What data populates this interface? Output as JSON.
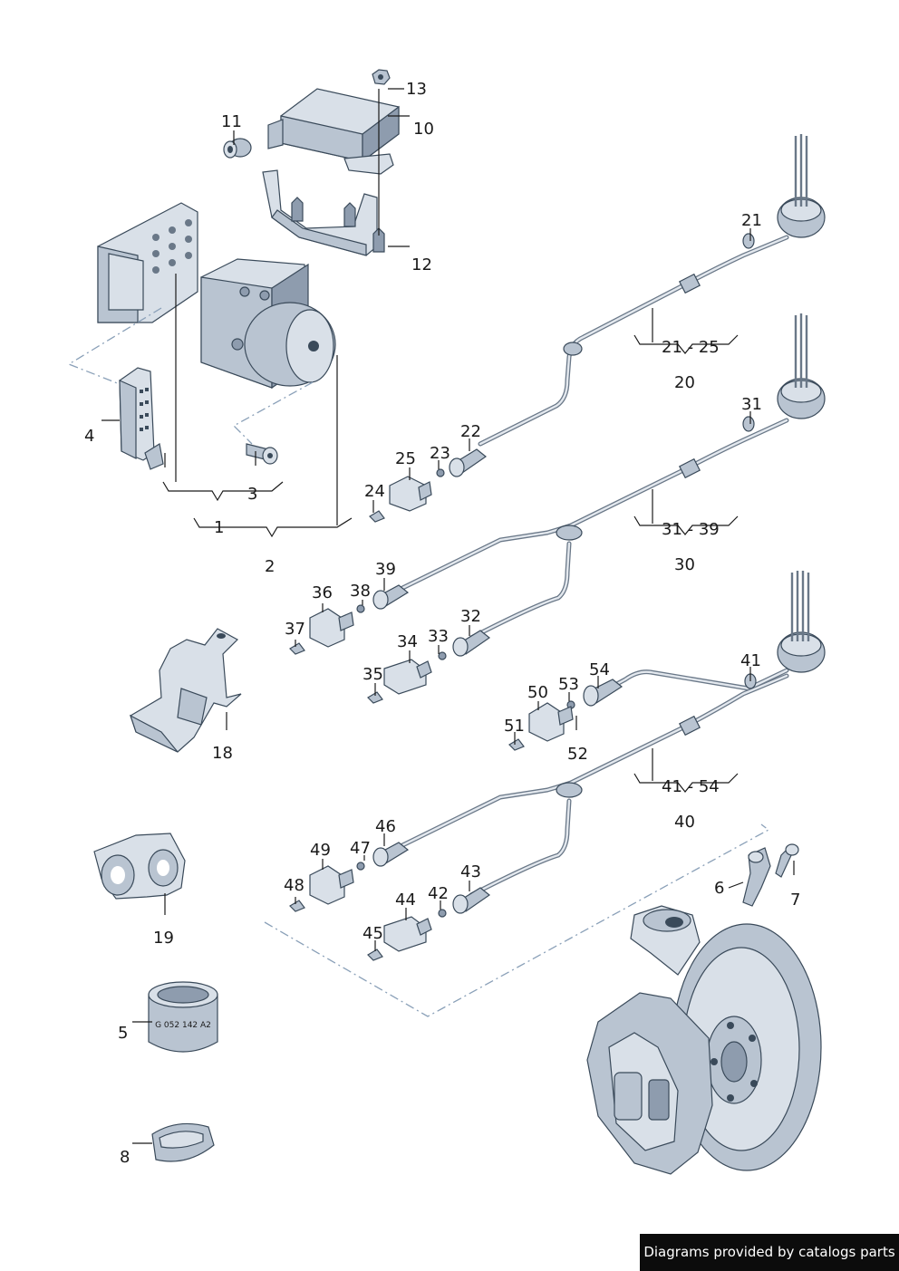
{
  "callouts": [
    {
      "id": "c13",
      "text": "13"
    },
    {
      "id": "c11",
      "text": "11"
    },
    {
      "id": "c10",
      "text": "10"
    },
    {
      "id": "c12",
      "text": "12"
    },
    {
      "id": "c4",
      "text": "4"
    },
    {
      "id": "c3",
      "text": "3"
    },
    {
      "id": "c1",
      "text": "1"
    },
    {
      "id": "c2",
      "text": "2"
    },
    {
      "id": "c21",
      "text": "21"
    },
    {
      "id": "c21-25",
      "text": "21 - 25"
    },
    {
      "id": "c20",
      "text": "20"
    },
    {
      "id": "c22",
      "text": "22"
    },
    {
      "id": "c23",
      "text": "23"
    },
    {
      "id": "c25",
      "text": "25"
    },
    {
      "id": "c24",
      "text": "24"
    },
    {
      "id": "c31",
      "text": "31"
    },
    {
      "id": "c31-39",
      "text": "31 - 39"
    },
    {
      "id": "c30",
      "text": "30"
    },
    {
      "id": "c39",
      "text": "39"
    },
    {
      "id": "c36",
      "text": "36"
    },
    {
      "id": "c38",
      "text": "38"
    },
    {
      "id": "c37",
      "text": "37"
    },
    {
      "id": "c32",
      "text": "32"
    },
    {
      "id": "c34",
      "text": "34"
    },
    {
      "id": "c33",
      "text": "33"
    },
    {
      "id": "c35",
      "text": "35"
    },
    {
      "id": "c18",
      "text": "18"
    },
    {
      "id": "c41",
      "text": "41"
    },
    {
      "id": "c54",
      "text": "54"
    },
    {
      "id": "c50",
      "text": "50"
    },
    {
      "id": "c53",
      "text": "53"
    },
    {
      "id": "c51",
      "text": "51"
    },
    {
      "id": "c52",
      "text": "52"
    },
    {
      "id": "c41-54",
      "text": "41 - 54"
    },
    {
      "id": "c40",
      "text": "40"
    },
    {
      "id": "c46",
      "text": "46"
    },
    {
      "id": "c49",
      "text": "49"
    },
    {
      "id": "c47",
      "text": "47"
    },
    {
      "id": "c48",
      "text": "48"
    },
    {
      "id": "c43",
      "text": "43"
    },
    {
      "id": "c44",
      "text": "44"
    },
    {
      "id": "c42",
      "text": "42"
    },
    {
      "id": "c45",
      "text": "45"
    },
    {
      "id": "c19",
      "text": "19"
    },
    {
      "id": "c6",
      "text": "6"
    },
    {
      "id": "c7",
      "text": "7"
    },
    {
      "id": "c5",
      "text": "5"
    },
    {
      "id": "c8",
      "text": "8"
    }
  ],
  "part_marking": "G 052 142 A2",
  "footer": {
    "text": "Diagrams provided by catalogs parts"
  }
}
